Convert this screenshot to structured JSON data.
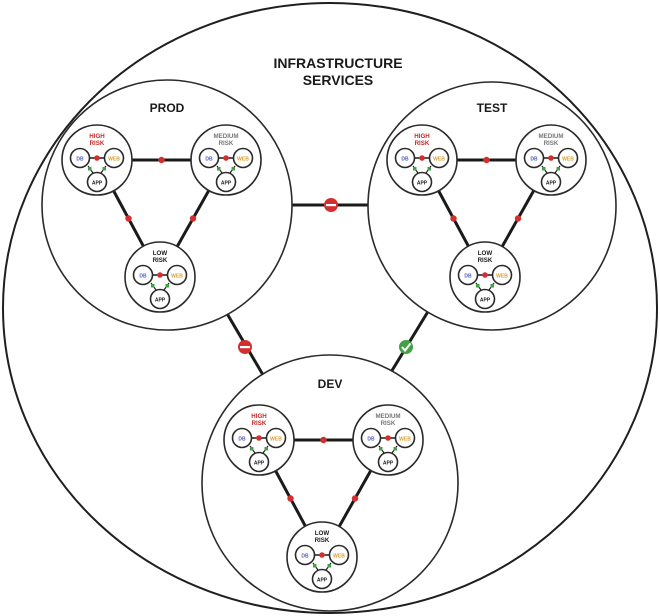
{
  "title": {
    "line1": "INFRASTRUCTURE",
    "line2": "SERVICES"
  },
  "environments": {
    "prod": {
      "label": "PROD"
    },
    "test": {
      "label": "TEST"
    },
    "dev": {
      "label": "DEV"
    }
  },
  "tiers": {
    "high": {
      "line1": "HIGH",
      "line2": "RISK"
    },
    "medium": {
      "line1": "MEDIUM",
      "line2": "RISK"
    },
    "low": {
      "line1": "LOW",
      "line2": "RISK"
    }
  },
  "nodes": {
    "db": "DB",
    "web": "WEB",
    "app": "APP"
  },
  "colors": {
    "line": "#1a1a1a",
    "blocked": "#d32f2f",
    "allowed": "#43a047",
    "high_risk_text": "#c62828",
    "medium_risk_text": "#777777",
    "low_risk_text": "#1a1a1a",
    "db_text": "#5060c0",
    "web_text": "#d9a030"
  }
}
